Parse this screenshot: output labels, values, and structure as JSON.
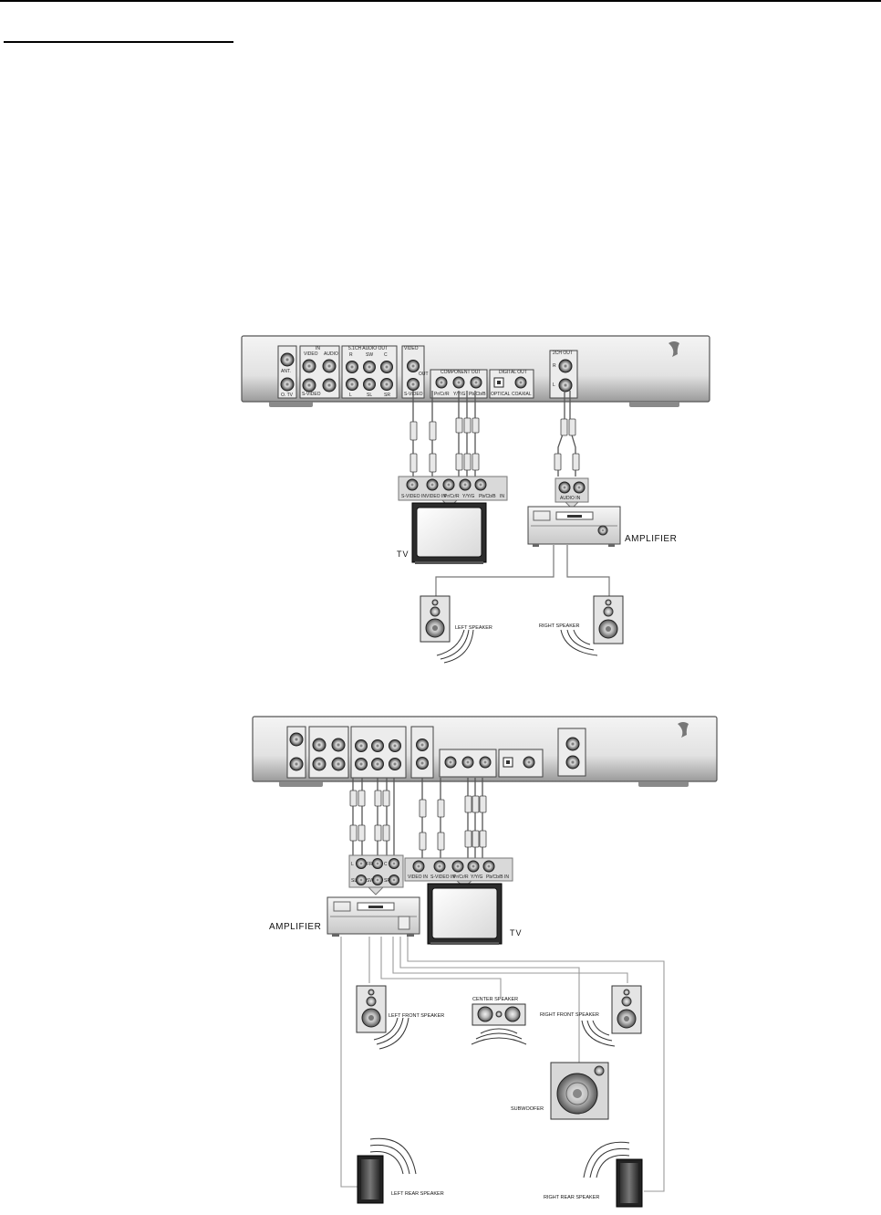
{
  "diagram1": {
    "player_panel": {
      "ant_in": "ANT.",
      "to_tv": "O. TV",
      "in_group": "IN",
      "video": "VIDEO",
      "audio": "AUDIO",
      "s_video": "S-VIDEO",
      "audio_out_group": "5.1CH AUDIO OUT",
      "r": "R",
      "sw": "SW",
      "c": "C",
      "l": "L",
      "sl": "SL",
      "sr": "SR",
      "video_group": "VIDEO",
      "out": "OUT",
      "component_out": "COMPONENT OUT",
      "pr": "Pr/Cr/R",
      "y": "Y/Y/G",
      "pb": "Pb/Cb/B",
      "digital_out": "DIGITAL OUT",
      "optical": "OPTICAL",
      "coaxial": "COAXIAL",
      "ch2_out": "2CH OUT",
      "r2": "R",
      "l2": "L"
    },
    "tv_input_strip": {
      "s_video_in": "S-VIDEO IN",
      "video_in": "VIDEO IN",
      "pr": "Pr/Cr/R",
      "y": "Y/Y/G",
      "pb": "Pb/Cb/B",
      "in": "IN"
    },
    "amp_input": "AUDIO IN",
    "tv_label": "TV",
    "amplifier_label": "AMPLIFIER",
    "left_speaker": "LEFT SPEAKER",
    "right_speaker": "RIGHT SPEAKER"
  },
  "diagram2": {
    "amp_input_strip": {
      "l": "L",
      "fr": "FR",
      "c": "C",
      "sl": "SL",
      "sw": "SW",
      "sr": "SR"
    },
    "tv_input_strip": {
      "video_in": "VIDEO IN",
      "s_video_in": "S-VIDEO IN",
      "pr": "Pr/Cr/R",
      "y": "Y/Y/G",
      "pb": "Pb/Cb/B",
      "in": "IN"
    },
    "amplifier_label": "AMPLIFIER",
    "tv_label": "TV",
    "left_front": "LEFT FRONT SPEAKER",
    "center": "CENTER SPEAKER",
    "right_front": "RIGHT FRONT SPEAKER",
    "subwoofer": "SUBWOOFER",
    "left_rear": "LEFT REAR SPEAKER",
    "right_rear": "RIGHT REAR SPEAKER"
  }
}
